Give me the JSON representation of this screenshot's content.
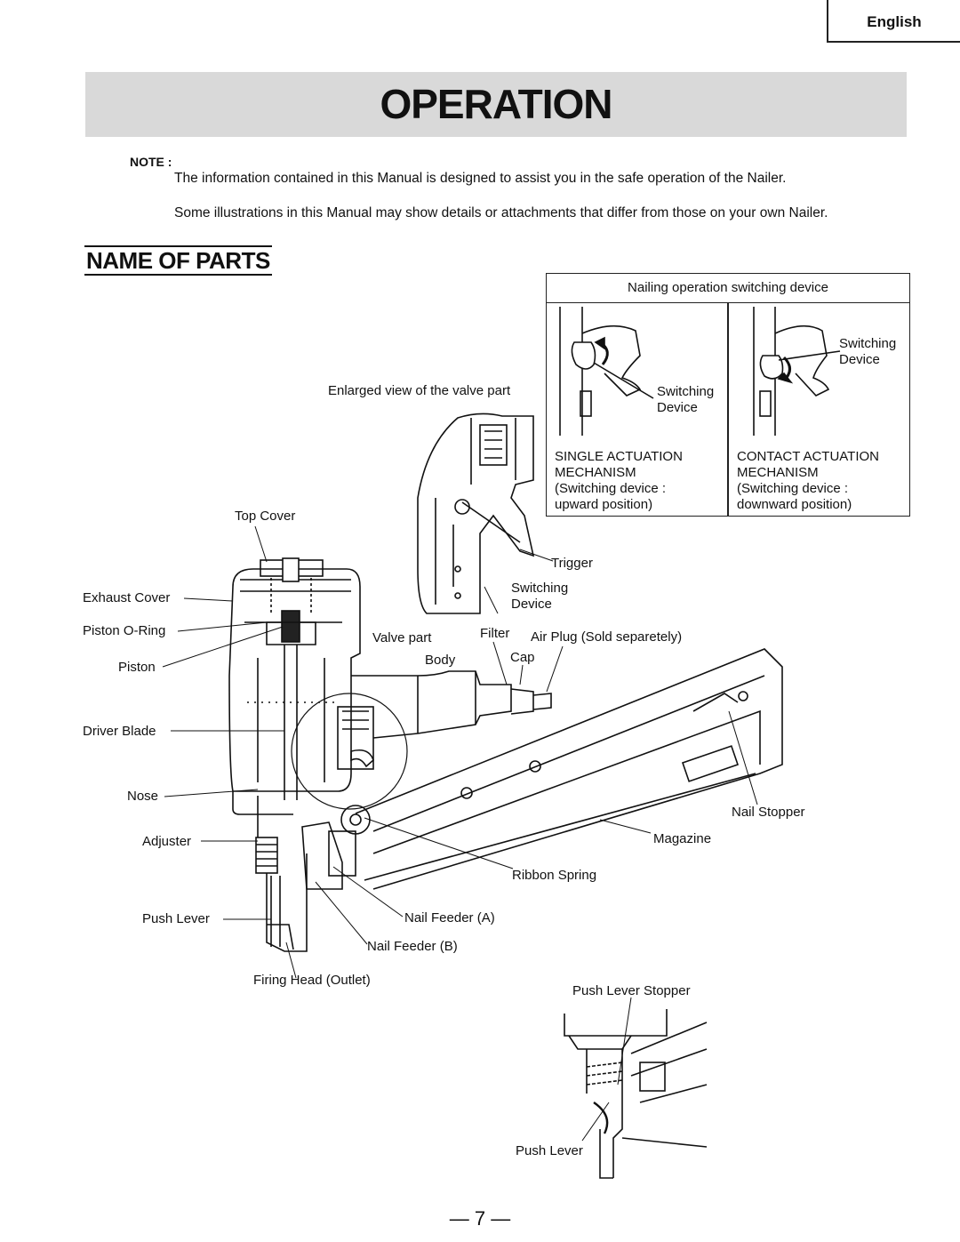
{
  "language_tab": "English",
  "section_heading": "OPERATION",
  "note": {
    "label": "NOTE :",
    "lines": [
      "The information contained in this Manual is designed to assist you in the safe operation of the Nailer.",
      "Some illustrations in this Manual may show details or attachments that differ from those on your own Nailer."
    ]
  },
  "name_of_parts": {
    "title": "NAME OF PARTS",
    "enlarged_view_caption": "Enlarged view of the valve part",
    "switching_box": {
      "header": "Nailing operation switching device",
      "left": {
        "device_label_1": "Switching",
        "device_label_2": "Device",
        "mech_1": "SINGLE ACTUATION",
        "mech_2": "MECHANISM",
        "mech_3": "(Switching device :",
        "mech_4": "upward position)"
      },
      "right": {
        "device_label_1": "Switching",
        "device_label_2": "Device",
        "mech_1": "CONTACT ACTUATION",
        "mech_2": "MECHANISM",
        "mech_3": "(Switching device :",
        "mech_4": "downward position)"
      }
    },
    "labels": {
      "top_cover": "Top Cover",
      "exhaust_cover": "Exhaust Cover",
      "piston_oring": "Piston O-Ring",
      "piston": "Piston",
      "driver_blade": "Driver Blade",
      "nose": "Nose",
      "adjuster": "Adjuster",
      "push_lever": "Push Lever",
      "firing_head": "Firing Head (Outlet)",
      "trigger": "Trigger",
      "switching_1": "Switching",
      "switching_2": "Device",
      "valve_part": "Valve part",
      "body": "Body",
      "filter": "Filter",
      "cap": "Cap",
      "air_plug": "Air Plug (Sold separetely)",
      "nail_stopper": "Nail Stopper",
      "magazine": "Magazine",
      "ribbon_spring": "Ribbon Spring",
      "nail_feeder_a": "Nail Feeder (A)",
      "nail_feeder_b": "Nail Feeder (B)",
      "push_lever_stopper": "Push Lever Stopper",
      "push_lever_detail": "Push Lever"
    }
  },
  "page_number": "— 7 —"
}
